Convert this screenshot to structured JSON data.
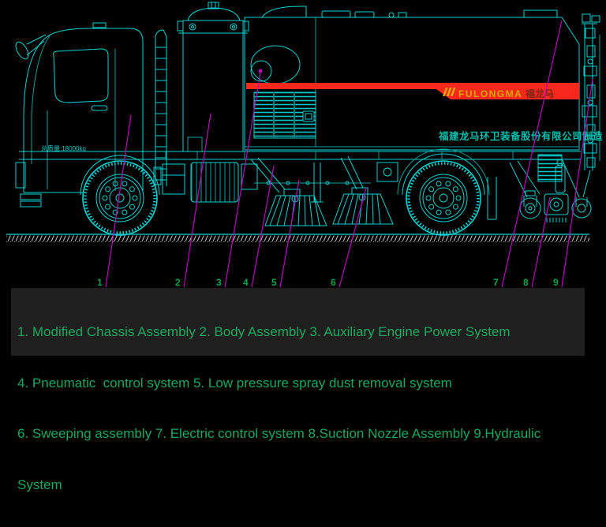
{
  "cab": {
    "gvw_label": "总质量:18000kg"
  },
  "banner": {
    "brand": "FULONGMA",
    "brand_cn": "福龙马"
  },
  "body": {
    "manufacturer": "福建龙马环卫装备股份有限公司制造"
  },
  "callouts": [
    {
      "label": "1"
    },
    {
      "label": "2"
    },
    {
      "label": "3"
    },
    {
      "label": "4"
    },
    {
      "label": "5"
    },
    {
      "label": "6"
    },
    {
      "label": "7"
    },
    {
      "label": "8"
    },
    {
      "label": "9"
    }
  ],
  "legend": {
    "lines": [
      "1. Modified Chassis Assembly 2. Body Assembly 3. Auxiliary Engine Power System",
      "4. Pneumatic  control system 5. Low pressure spray dust removal system",
      "6. Sweeping assembly 7. Electric control system 8.Suction Nozzle Assembly 9.Hydraulic",
      "System"
    ]
  },
  "colors": {
    "line_cyan": "#00d4d4",
    "line_cyan_dim": "#0a9f9f",
    "stripe_red": "#f8291c",
    "leader_magenta": "#bf00bf",
    "callout_green": "#00a550",
    "legend_green": "#18a95f",
    "logo_gold": "#d7a600"
  }
}
